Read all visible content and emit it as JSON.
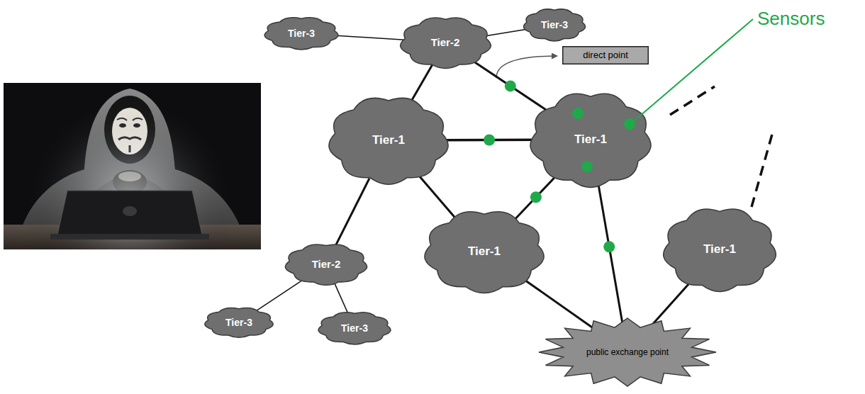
{
  "diagram": {
    "nodes": [
      {
        "text": [
          "Tier-3"
        ]
      },
      {
        "text": [
          "Tier-2"
        ]
      },
      {
        "text": [
          "Tier-3"
        ]
      },
      {
        "text": [
          "direct point"
        ]
      },
      {
        "text": [
          "Tier-1"
        ]
      },
      {
        "text": [
          "Tier-1"
        ]
      },
      {
        "text": [
          "Tier-1"
        ]
      },
      {
        "text": [
          "Tier-1"
        ]
      },
      {
        "text": [
          "Tier-2"
        ]
      },
      {
        "text": [
          "Tier-3"
        ]
      },
      {
        "text": [
          "Tier-3"
        ]
      },
      {
        "text": [
          "public exchange point"
        ]
      }
    ],
    "edges": [
      {
        "from": 0,
        "to": 1,
        "arrow": "none"
      },
      {
        "from": 1,
        "to": 2,
        "arrow": "none"
      },
      {
        "from": 1,
        "to": 4,
        "arrow": "none"
      },
      {
        "from": 1,
        "to": 5,
        "arrow": "none"
      },
      {
        "from": 4,
        "to": 5,
        "arrow": "none"
      },
      {
        "from": 4,
        "to": 6,
        "arrow": "none"
      },
      {
        "from": 4,
        "to": 8,
        "arrow": "none"
      },
      {
        "from": 5,
        "to": 6,
        "arrow": "none"
      },
      {
        "from": 5,
        "to": 11,
        "arrow": "none"
      },
      {
        "from": 6,
        "to": 11,
        "arrow": "none"
      },
      {
        "from": 7,
        "to": 11,
        "arrow": "none"
      },
      {
        "from": 8,
        "to": 9,
        "arrow": "none"
      },
      {
        "from": 8,
        "to": 10,
        "arrow": "none"
      }
    ],
    "labels": [
      "Sensors"
    ]
  }
}
